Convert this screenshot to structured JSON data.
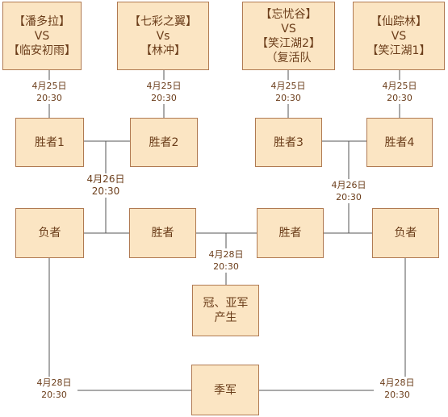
{
  "matches": [
    {
      "lines": [
        "【潘多拉】",
        "VS",
        "【临安初雨】"
      ],
      "date": "4月25日",
      "time": "20:30"
    },
    {
      "lines": [
        "【七彩之翼】",
        "Vs",
        "【林冲】"
      ],
      "date": "4月25日",
      "time": "20:30"
    },
    {
      "lines": [
        "【忘忧谷】",
        "VS",
        "【笑江湖2】",
        "（复活队"
      ],
      "date": "4月25日",
      "time": "20:30"
    },
    {
      "lines": [
        "【仙踪林】",
        "VS",
        "【笑江湖1】"
      ],
      "date": "4月25日",
      "time": "20:30"
    }
  ],
  "winners": [
    "胜者1",
    "胜者2",
    "胜者3",
    "胜者4"
  ],
  "round2": {
    "loser_left": "负者",
    "winner_left": "胜者",
    "winner_right": "胜者",
    "loser_right": "负者"
  },
  "times": {
    "left_semis": {
      "date": "4月26日",
      "time": "20:30"
    },
    "right_semis": {
      "date": "4月26日",
      "time": "20:30"
    },
    "final": {
      "date": "4月28日",
      "time": "20:30"
    },
    "third_left": {
      "date": "4月28日",
      "time": "20:30"
    },
    "third_right": {
      "date": "4月28日",
      "time": "20:30"
    }
  },
  "final_label": "冠、亚军产生",
  "third_label": "季军",
  "colors": {
    "box_fill": "#fbe5c3",
    "box_border": "#b07a52",
    "line": "#555555",
    "text": "#6b3d1a"
  }
}
